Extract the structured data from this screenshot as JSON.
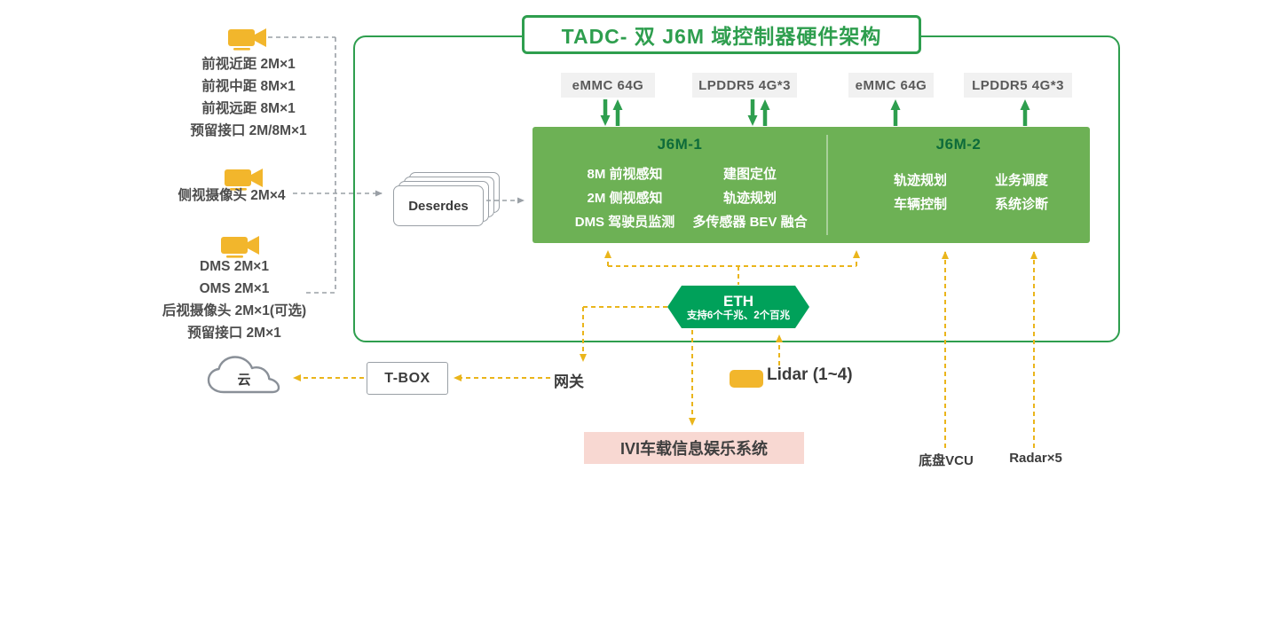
{
  "title": "TADC- 双 J6M 域控制器硬件架构",
  "camera_groups": [
    {
      "lines": [
        "前视近距 2M×1",
        "前视中距 8M×1",
        "前视远距 8M×1",
        "预留接口 2M/8M×1"
      ]
    },
    {
      "lines": [
        "侧视摄像头 2M×4"
      ]
    },
    {
      "lines": [
        "DMS 2M×1",
        "OMS 2M×1",
        "后视摄像头 2M×1(可选)",
        "预留接口 2M×1"
      ]
    }
  ],
  "deserdes_label": "Deserdes",
  "memory_labels": [
    "eMMC 64G",
    "LPDDR5 4G*3",
    "eMMC 64G",
    "LPDDR5 4G*3"
  ],
  "soc_blocks": [
    {
      "title": "J6M-1",
      "col1": [
        "8M 前视感知",
        "2M 侧视感知",
        "DMS 驾驶员监测"
      ],
      "col2": [
        "建图定位",
        "轨迹规划",
        "多传感器 BEV 融合"
      ]
    },
    {
      "title": "J6M-2",
      "col1": [
        "轨迹规划",
        "车辆控制"
      ],
      "col2": [
        "业务调度",
        "系统诊断"
      ]
    }
  ],
  "eth": {
    "title": "ETH",
    "subtitle": "支持6个千兆、2个百兆"
  },
  "nodes": {
    "cloud": "云",
    "tbox": "T-BOX",
    "gateway": "网关",
    "lidar": "Lidar (1~4)",
    "ivi": "IVI车载信息娱乐系统",
    "vcu": "底盘VCU",
    "radar": "Radar×5"
  },
  "colors": {
    "green": "#2e9e4e",
    "block_green": "#6db155",
    "eth_green": "#00a15a",
    "yellow": "#eab51b",
    "camera_yellow": "#f2b62c",
    "ivi_pink": "#f8d8d2",
    "gray_line": "#9aa0a6"
  }
}
